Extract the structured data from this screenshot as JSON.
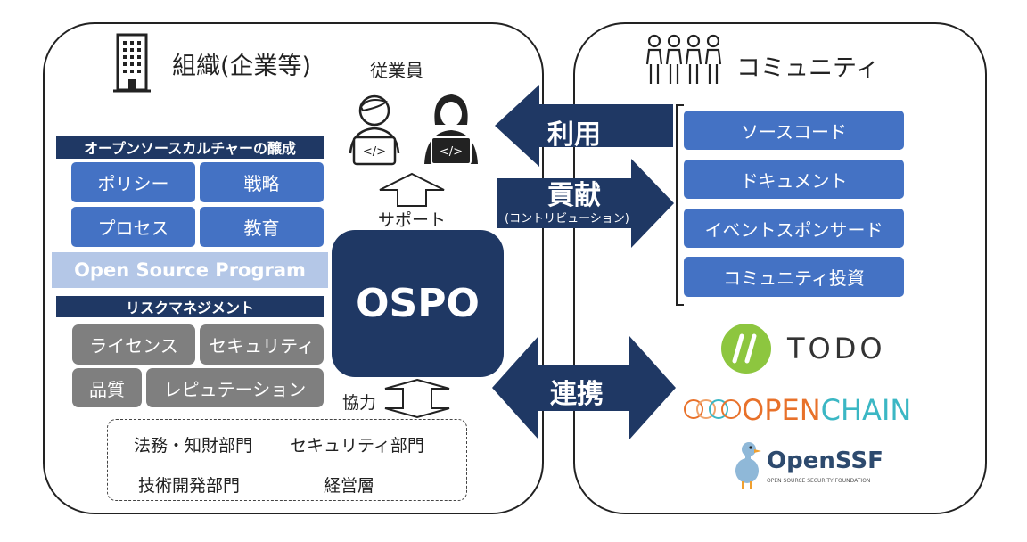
{
  "organization": {
    "title": "組織(企業等)",
    "employees_label": "従業員",
    "support_label": "サポート",
    "cooperation_label": "協力",
    "culture_banner": "オープンソースカルチャーの醸成",
    "culture_items": [
      "ポリシー",
      "戦略",
      "プロセス",
      "教育"
    ],
    "program_label": "Open Source Program",
    "risk_banner": "リスクマネジメント",
    "risk_items": [
      "ライセンス",
      "セキュリティ",
      "品質",
      "レピュテーション"
    ],
    "departments": [
      "法務・知財部門",
      "セキュリティ部門",
      "技術開発部門",
      "経営層"
    ]
  },
  "ospo": {
    "label": "OSPO"
  },
  "arrows": {
    "use": "利用",
    "contribute": "貢献",
    "contribute_sub": "(コントリビューション)",
    "collaborate": "連携"
  },
  "community": {
    "title": "コミュニティ",
    "items": [
      "ソースコード",
      "ドキュメント",
      "イベントスポンサード",
      "コミュニティ投資"
    ],
    "logos": {
      "todo": "TODO",
      "openchain_a": "OPEN",
      "openchain_b": "CHAIN",
      "openssf": "OpenSSF",
      "openssf_sub": "OPEN SOURCE SECURITY FOUNDATION"
    }
  },
  "colors": {
    "navy": "#1f3864",
    "blue": "#4472c4",
    "light_blue": "#b4c7e7",
    "gray": "#7f7f7f",
    "todo_green": "#8dc63f",
    "openchain_orange": "#e8712a",
    "openchain_teal": "#3bb7c4"
  }
}
